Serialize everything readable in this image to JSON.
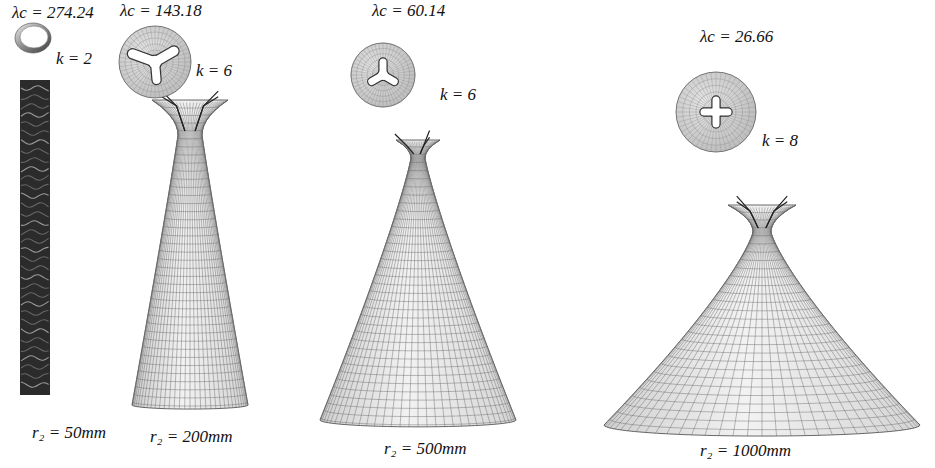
{
  "diagram": {
    "labels": [
      "λc = 274.24",
      "k = 2",
      "r₂ = 50mm",
      "λc = 143.18",
      "k = 6",
      "r₂ = 200mm",
      "λc = 60.14",
      "k = 6",
      "r₂ = 500mm",
      "λc = 26.66",
      "k = 8",
      "r₂ = 1000mm"
    ]
  }
}
